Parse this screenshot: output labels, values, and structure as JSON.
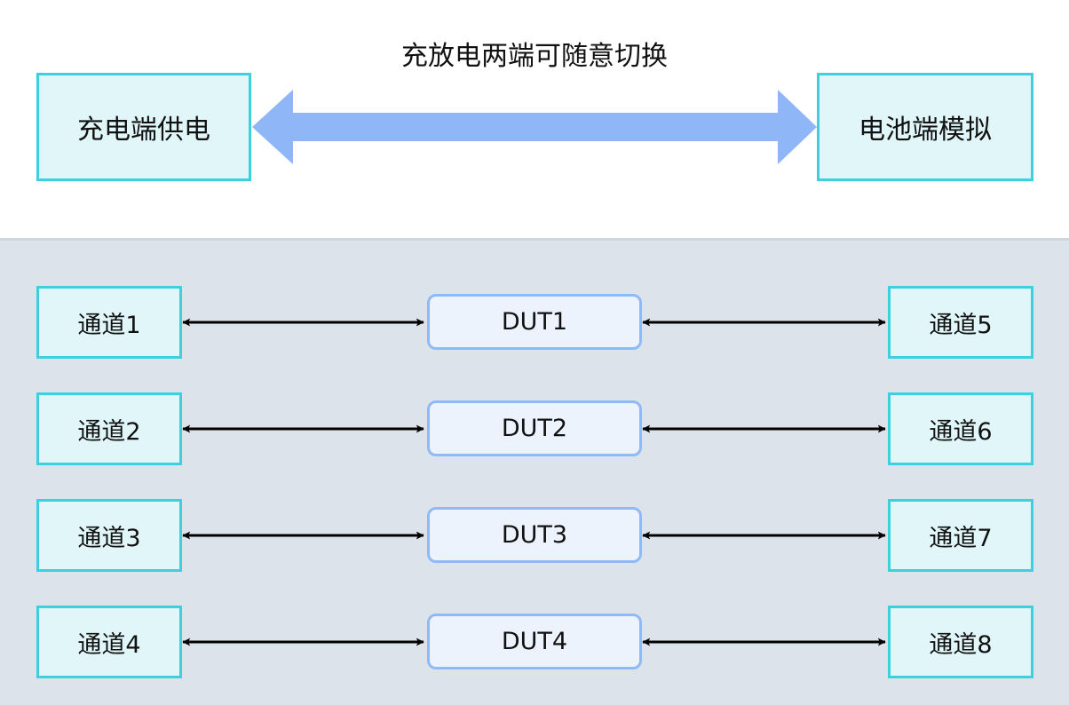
{
  "top": {
    "caption": "充放电两端可随意切换",
    "left_label": "充电端供电",
    "right_label": "电池端模拟",
    "arrow_color": "#8fb7f8"
  },
  "rows": [
    {
      "left": "通道1",
      "dut": "DUT1",
      "right": "通道5"
    },
    {
      "left": "通道2",
      "dut": "DUT2",
      "right": "通道6"
    },
    {
      "left": "通道3",
      "dut": "DUT3",
      "right": "通道7"
    },
    {
      "left": "通道4",
      "dut": "DUT4",
      "right": "通道8"
    }
  ],
  "colors": {
    "channel_fill": "#e0f6f8",
    "channel_border": "#3dd0df",
    "dut_fill": "#edf3fd",
    "dut_border": "#8fbaf6",
    "panel_bg": "#dde3ea"
  }
}
